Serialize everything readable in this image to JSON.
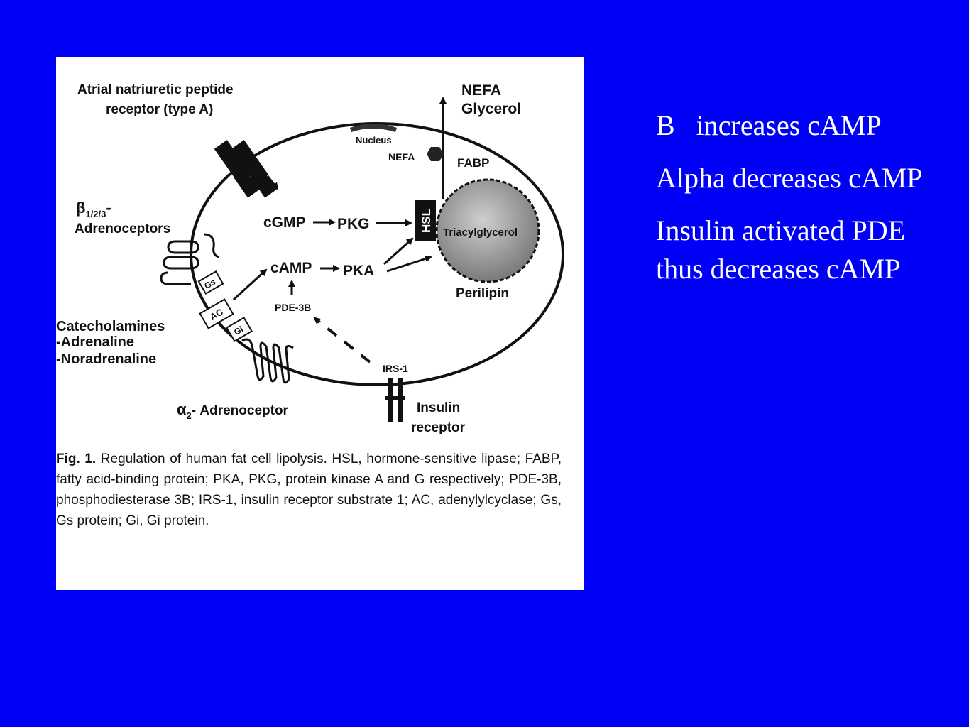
{
  "figure": {
    "labels": {
      "anp_receptor_line1": "Atrial natriuretic peptide",
      "anp_receptor_line2": "receptor (type A)",
      "nefa_top": "NEFA",
      "glycerol": "Glycerol",
      "nucleus": "Nucleus",
      "nefa_inner": "NEFA",
      "fabp": "FABP",
      "beta_symbol": "β",
      "beta_sub": "1/2/3",
      "beta_suffix": "-",
      "adrenoceptors": "Adrenoceptors",
      "cgmp": "cGMP",
      "pkg": "PKG",
      "hsl": "HSL",
      "triacylglycerol": "Triacylglycerol",
      "camp": "cAMP",
      "pka": "PKA",
      "gs": "Gs",
      "ac": "AC",
      "gi": "Gi",
      "pde3b": "PDE-3B",
      "perilipin": "Perilipin",
      "catecholamines": "Catecholamines",
      "adrenaline": "-Adrenaline",
      "noradrenaline": "-Noradrenaline",
      "irs1": "IRS-1",
      "alpha_symbol": "α",
      "alpha_sub": "2",
      "alpha_suffix": "- Adrenoceptor",
      "insulin": "Insulin",
      "receptor": "receptor"
    },
    "caption": {
      "label": "Fig. 1.",
      "text": "Regulation of human fat cell lipolysis. HSL, hormone-sensitive lipase; FABP, fatty acid-binding protein; PKA, PKG, protein kinase A and G respectively; PDE-3B, phosphodiesterase 3B; IRS-1, insulin receptor substrate 1; AC, adenylylcyclase; Gs, Gs protein; Gi, Gi protein."
    }
  },
  "notes": [
    "B   increases cAMP",
    "Alpha decreases cAMP",
    "Insulin activated PDE thus decreases cAMP"
  ]
}
